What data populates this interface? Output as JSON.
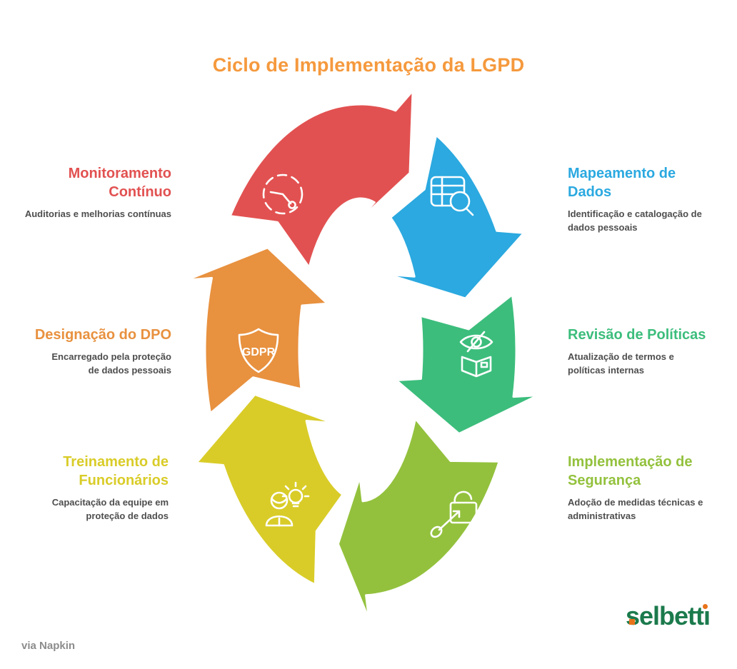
{
  "title": "Ciclo de Implementação da LGPD",
  "title_color": "#F5993D",
  "watermark": "via Napkin",
  "brand": {
    "name_main": "selbett",
    "name_i": "ı",
    "green": "#1B7A4C",
    "orange": "#E8731A"
  },
  "steps": [
    {
      "label": "Monitoramento\nContínuo",
      "desc": "Auditorias e melhorias contínuas",
      "color": "#E25151",
      "icon": "dashed-clock-icon"
    },
    {
      "label": "Mapeamento de\nDados",
      "desc": "Identificação e catalogação de\ndados pessoais",
      "color": "#2BA9E0",
      "icon": "table-search-icon"
    },
    {
      "label": "Revisão de Políticas",
      "desc": "Atualização de termos e\npolíticas internas",
      "color": "#3CBD7C",
      "icon": "privacy-eye-box-icon"
    },
    {
      "label": "Implementação de\nSegurança",
      "desc": "Adoção de medidas técnicas e\nadministrativas",
      "color": "#93C13D",
      "icon": "lock-key-icon"
    },
    {
      "label": "Treinamento de\nFuncionários",
      "desc": "Capacitação da equipe em\nproteção de dados",
      "color": "#D9CC28",
      "icon": "person-idea-icon"
    },
    {
      "label": "Designação do DPO",
      "desc": "Encarregado pela proteção\nde dados pessoais",
      "color": "#E8913F",
      "icon": "gdpr-shield-icon",
      "icon_text": "GDPR"
    }
  ]
}
